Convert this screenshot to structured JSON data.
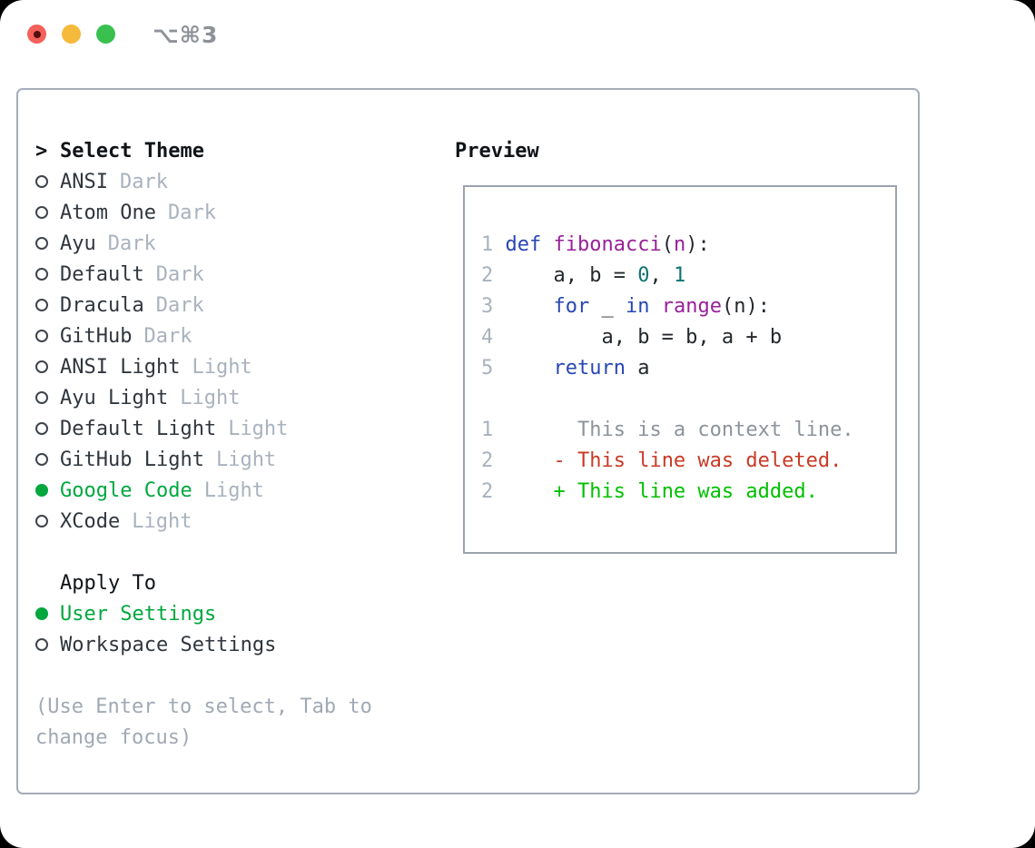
{
  "titlebar": {
    "title": "⌥⌘3"
  },
  "theme_picker": {
    "header_prefix": ">",
    "header": "Select Theme",
    "themes": [
      {
        "name": "ANSI",
        "tag": "Dark",
        "selected": false
      },
      {
        "name": "Atom One",
        "tag": "Dark",
        "selected": false
      },
      {
        "name": "Ayu",
        "tag": "Dark",
        "selected": false
      },
      {
        "name": "Default",
        "tag": "Dark",
        "selected": false
      },
      {
        "name": "Dracula",
        "tag": "Dark",
        "selected": false
      },
      {
        "name": "GitHub",
        "tag": "Dark",
        "selected": false
      },
      {
        "name": "ANSI Light",
        "tag": "Light",
        "selected": false
      },
      {
        "name": "Ayu Light",
        "tag": "Light",
        "selected": false
      },
      {
        "name": "Default Light",
        "tag": "Light",
        "selected": false
      },
      {
        "name": "GitHub Light",
        "tag": "Light",
        "selected": false
      },
      {
        "name": "Google Code",
        "tag": "Light",
        "selected": true
      },
      {
        "name": "XCode",
        "tag": "Light",
        "selected": false
      }
    ],
    "apply_to": {
      "label": "Apply To",
      "options": [
        {
          "name": "User Settings",
          "selected": true
        },
        {
          "name": "Workspace Settings",
          "selected": false
        }
      ]
    },
    "hint_line1": "(Use Enter to select, Tab to",
    "hint_line2": "change focus)"
  },
  "preview": {
    "label": "Preview",
    "code_lines": [
      {
        "num": "1",
        "tokens": [
          {
            "t": "def",
            "c": "kw"
          },
          {
            "t": " ",
            "c": "p"
          },
          {
            "t": "fibonacci",
            "c": "fn"
          },
          {
            "t": "(",
            "c": "p"
          },
          {
            "t": "n",
            "c": "fn"
          },
          {
            "t": "):",
            "c": "p"
          }
        ]
      },
      {
        "num": "2",
        "tokens": [
          {
            "t": "    a, b = ",
            "c": "p"
          },
          {
            "t": "0",
            "c": "num"
          },
          {
            "t": ", ",
            "c": "p"
          },
          {
            "t": "1",
            "c": "num"
          }
        ]
      },
      {
        "num": "3",
        "tokens": [
          {
            "t": "    ",
            "c": "p"
          },
          {
            "t": "for",
            "c": "kw"
          },
          {
            "t": " _ ",
            "c": "p"
          },
          {
            "t": "in",
            "c": "kw"
          },
          {
            "t": " ",
            "c": "p"
          },
          {
            "t": "range",
            "c": "fn"
          },
          {
            "t": "(n):",
            "c": "p"
          }
        ]
      },
      {
        "num": "4",
        "tokens": [
          {
            "t": "        a, b = b, a + b",
            "c": "p"
          }
        ]
      },
      {
        "num": "5",
        "tokens": [
          {
            "t": "    ",
            "c": "p"
          },
          {
            "t": "return",
            "c": "kw"
          },
          {
            "t": " a",
            "c": "p"
          }
        ]
      }
    ],
    "diff_lines": [
      {
        "num": "1",
        "marker": "",
        "text": "This is a context line.",
        "type": "context"
      },
      {
        "num": "2",
        "marker": "-",
        "text": "This line was deleted.",
        "type": "deleted"
      },
      {
        "num": "2",
        "marker": "+",
        "text": "This line was added.",
        "type": "added"
      }
    ]
  },
  "colors": {
    "accent_green": "#00a73e",
    "added_green": "#00c000",
    "deleted_red": "#c83a26",
    "keyword_blue": "#2846b4",
    "function_purple": "#97209b",
    "number_teal": "#0b7373",
    "context_gray": "#8d939c",
    "line_number_gray": "#a9b2be",
    "tag_gray": "#a9b2be",
    "hint_gray": "#a0a9b4",
    "text_dark": "#24282d",
    "theme_name": "#30363e",
    "border_gray": "#a6adb8",
    "box_border": "#9aa3ae",
    "circle_stroke": "#3e444c",
    "title_gray": "#8e9298",
    "traffic_red": "#f4605a",
    "traffic_red_dot": "#550f0f",
    "traffic_yellow": "#f5b93b",
    "traffic_green": "#39c04f"
  }
}
